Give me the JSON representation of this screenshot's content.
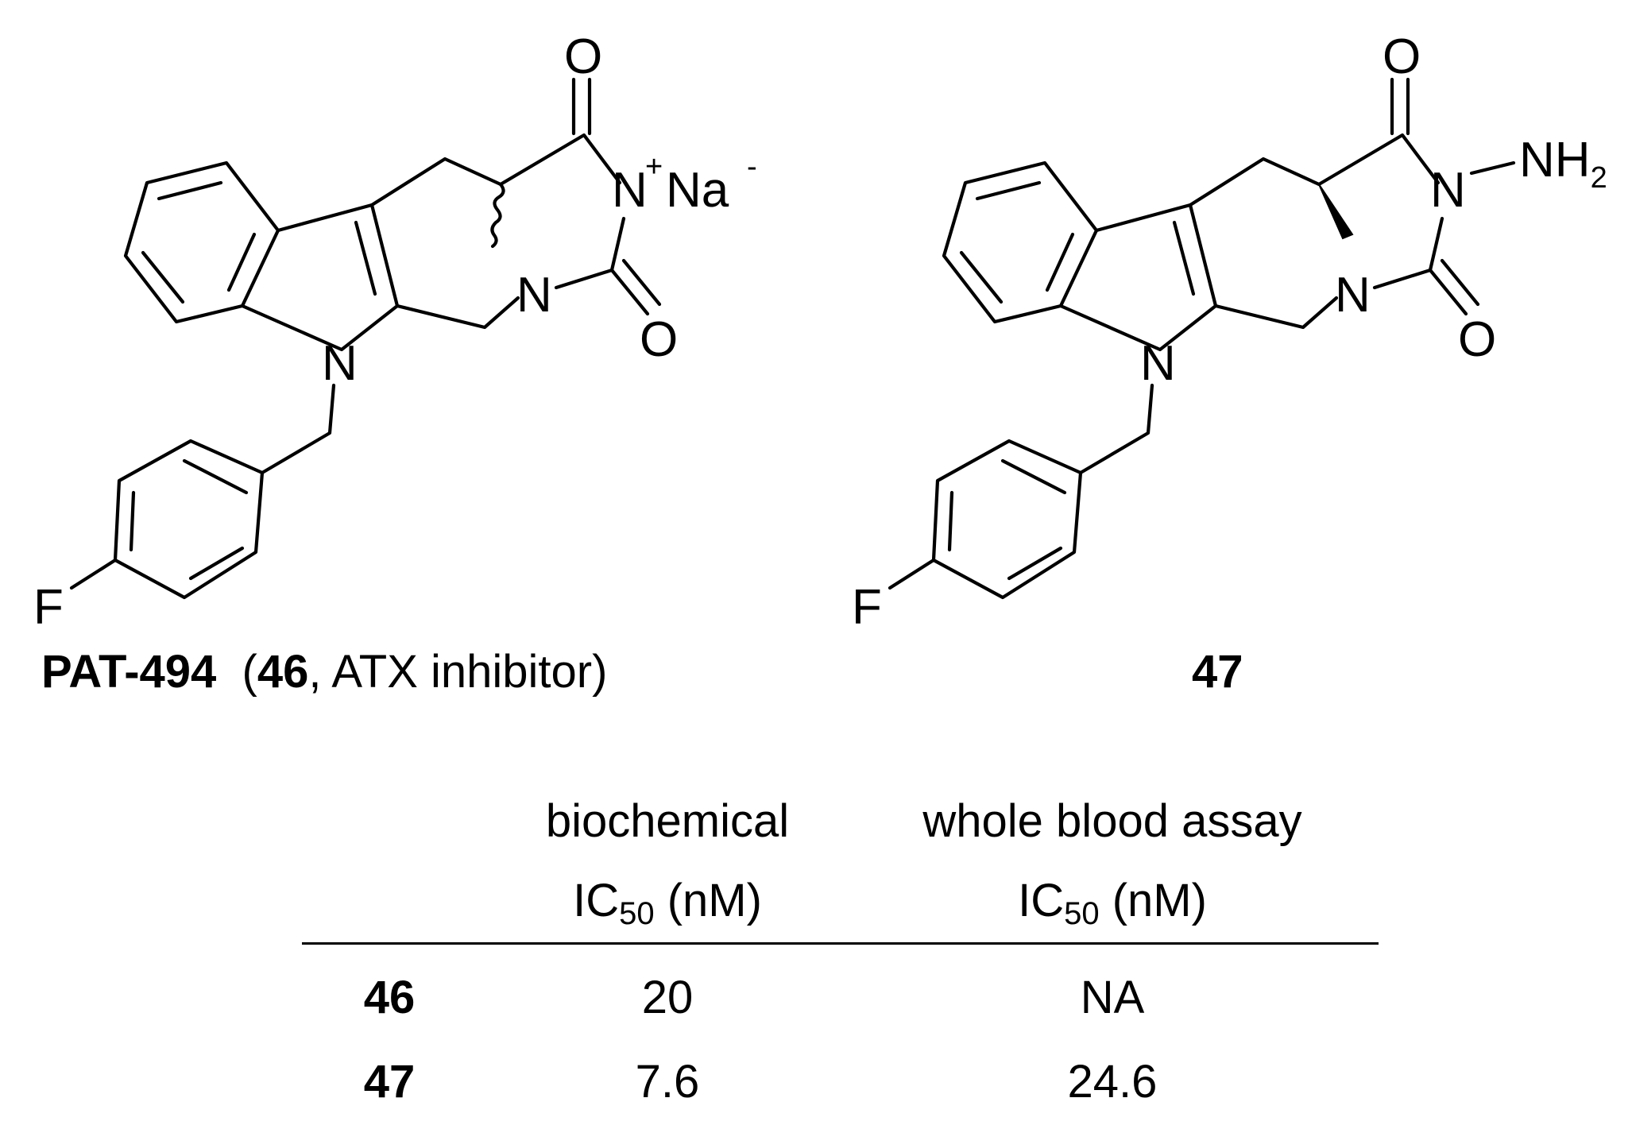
{
  "compound_46": {
    "name": "PAT-494",
    "paren_open": "(",
    "number": "46",
    "label_rest": ", ATX inhibitor)",
    "atoms": {
      "n_indole": "N",
      "n_ring": "N",
      "n_imide": "N",
      "charge_plus": "+",
      "na": "Na",
      "charge_minus": "-",
      "o_top": "O",
      "o_bottom": "O",
      "f": "F"
    }
  },
  "compound_47": {
    "number": "47",
    "atoms": {
      "n_indole": "N",
      "n_ring": "N",
      "n_imide": "N",
      "nh2": "NH",
      "nh2_sub": "2",
      "o_top": "O",
      "o_bottom": "O",
      "f": "F"
    }
  },
  "table": {
    "col1_line1": "biochemical",
    "col1_ic": "IC",
    "col1_sub": "50",
    "col1_unit": " (nM)",
    "col2_line1": "whole blood assay",
    "col2_ic": "IC",
    "col2_sub": "50",
    "col2_unit": " (nM)",
    "rows": [
      {
        "compound": "46",
        "biochemical": "20",
        "whole_blood": "NA"
      },
      {
        "compound": "47",
        "biochemical": "7.6",
        "whole_blood": "24.6"
      }
    ]
  }
}
